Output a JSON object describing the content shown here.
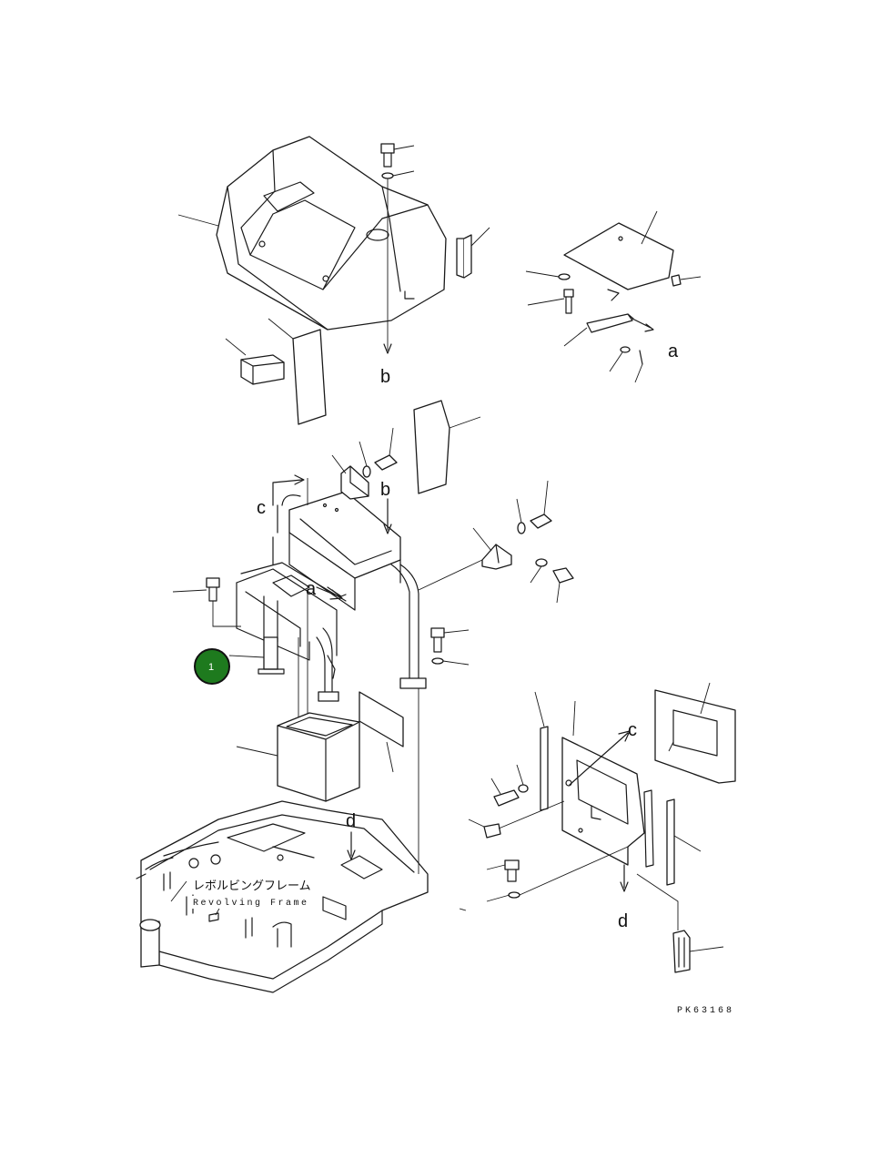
{
  "diagram": {
    "drawing_code": "PK63168",
    "callout": {
      "number": "1",
      "color": "#1e7a1e"
    },
    "frame_label": {
      "japanese": "レボルビングフレーム",
      "english": "Revolving Frame"
    },
    "reference_letters": {
      "a_top": "a",
      "b_top": "b",
      "a_mid": "a",
      "b_mid": "b",
      "c_left": "c",
      "c_right": "c",
      "d_left": "d",
      "d_right": "d"
    }
  }
}
